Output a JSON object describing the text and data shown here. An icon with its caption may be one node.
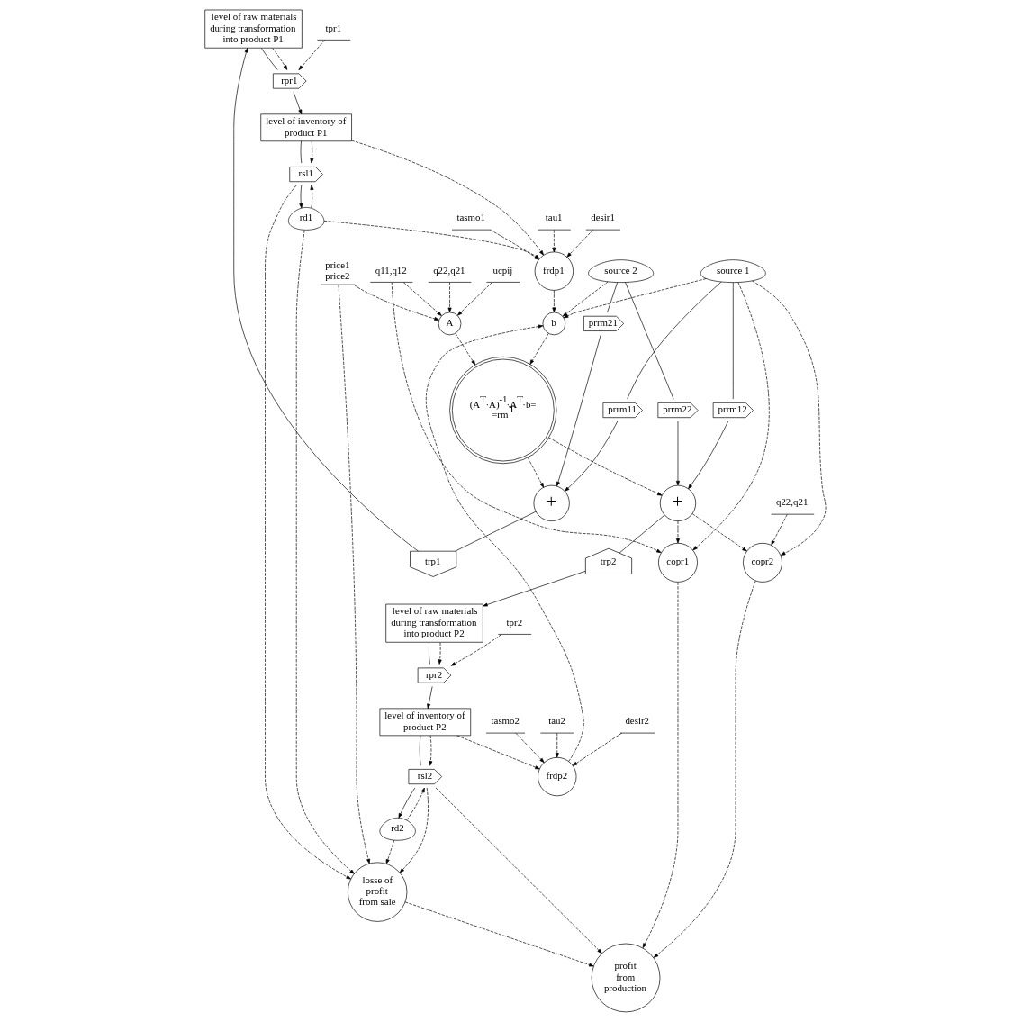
{
  "diagram": {
    "nodes": [
      {
        "text": [
          "level of raw materials during transformation into product P1"
        ]
      },
      {
        "text": [
          "level of inventory of product P1"
        ]
      },
      {
        "text": [
          "level of inventory of product P2"
        ]
      },
      {
        "text": [
          "level of raw materials during transformation into product P2"
        ]
      },
      {
        "text": [
          "rpr1"
        ]
      },
      {
        "text": [
          "rsl1"
        ]
      },
      {
        "text": [
          "rsl2"
        ]
      },
      {
        "text": [
          "rpr2"
        ]
      },
      {
        "text": [
          "rd1"
        ]
      },
      {
        "text": [
          "rd2"
        ]
      },
      {
        "text": [
          "trp1"
        ]
      },
      {
        "text": [
          "trp2"
        ]
      },
      {
        "text": [
          "prrm11"
        ]
      },
      {
        "text": [
          "prrm21"
        ]
      },
      {
        "text": [
          "prrm12"
        ]
      },
      {
        "text": [
          "prrm22"
        ]
      },
      {
        "text": [
          "+"
        ]
      },
      {
        "text": [
          "+"
        ]
      },
      {
        "text": [
          "source 1"
        ]
      },
      {
        "text": [
          "source 2"
        ]
      },
      {
        "text": [
          "A"
        ]
      },
      {
        "text": [
          "b"
        ]
      },
      {
        "text": [
          "frdp1"
        ]
      },
      {
        "text": [
          "frdp2"
        ]
      },
      {
        "text": [
          "copr1"
        ]
      },
      {
        "text": [
          "copr2"
        ]
      },
      {
        "text": [
          "(A$^{T}$·A)$^{-1}$·A$^{T}$·b= =rm$^{T}$"
        ]
      },
      {
        "text": [
          "profit from production"
        ]
      },
      {
        "text": [
          "losse of profit from sale"
        ]
      },
      {
        "text": [
          "q22,q21"
        ]
      },
      {
        "text": [
          "q11,q12"
        ]
      },
      {
        "text": [
          "ucpij"
        ]
      },
      {
        "text": [
          "tpr1"
        ]
      },
      {
        "text": [
          "desir1"
        ]
      },
      {
        "text": [
          "tasmo1"
        ]
      },
      {
        "text": [
          "tau1"
        ]
      },
      {
        "text": [
          "price1",
          "price2"
        ]
      },
      {
        "text": [
          "tau2"
        ]
      },
      {
        "text": [
          "desir2"
        ]
      },
      {
        "text": [
          "tpr2"
        ]
      },
      {
        "text": [
          "tasmo2"
        ]
      },
      {
        "text": [
          "q22,q21"
        ]
      }
    ],
    "edges": [
      {
        "from": 16,
        "to": 10,
        "arrow": "none"
      },
      {
        "from": 10,
        "to": 0,
        "arrow": "to"
      },
      {
        "from": 0,
        "to": 4,
        "arrow": "none"
      },
      {
        "from": 4,
        "to": 1,
        "arrow": "to"
      },
      {
        "from": 1,
        "to": 5,
        "arrow": "none"
      },
      {
        "from": 5,
        "to": 8,
        "arrow": "to"
      },
      {
        "from": 3,
        "to": 7,
        "arrow": "none"
      },
      {
        "from": 7,
        "to": 2,
        "arrow": "to"
      },
      {
        "from": 2,
        "to": 6,
        "arrow": "none"
      },
      {
        "from": 6,
        "to": 9,
        "arrow": "to"
      },
      {
        "from": 17,
        "to": 11,
        "arrow": "none"
      },
      {
        "from": 11,
        "to": 3,
        "arrow": "to"
      },
      {
        "from": 18,
        "to": 12,
        "arrow": "none"
      },
      {
        "from": 12,
        "to": 16,
        "arrow": "to"
      },
      {
        "from": 19,
        "to": 13,
        "arrow": "none"
      },
      {
        "from": 13,
        "to": 16,
        "arrow": "to"
      },
      {
        "from": 18,
        "to": 14,
        "arrow": "none"
      },
      {
        "from": 14,
        "to": 17,
        "arrow": "to"
      },
      {
        "from": 19,
        "to": 15,
        "arrow": "none"
      },
      {
        "from": 15,
        "to": 17,
        "arrow": "to"
      },
      {
        "from": 0,
        "to": 4,
        "arrow": "to",
        "style": "dashed"
      },
      {
        "from": 32,
        "to": 4,
        "arrow": "to",
        "style": "dashed"
      },
      {
        "from": 1,
        "to": 5,
        "arrow": "to",
        "style": "dashed"
      },
      {
        "from": 8,
        "to": 5,
        "arrow": "to",
        "style": "dashed"
      },
      {
        "from": 1,
        "to": 22,
        "arrow": "to",
        "style": "dashed"
      },
      {
        "from": 33,
        "to": 22,
        "arrow": "to",
        "style": "dashed"
      },
      {
        "from": 34,
        "to": 22,
        "arrow": "to",
        "style": "dashed"
      },
      {
        "from": 35,
        "to": 22,
        "arrow": "to",
        "style": "dashed"
      },
      {
        "from": 8,
        "to": 22,
        "arrow": "to",
        "style": "dashed"
      },
      {
        "from": 29,
        "to": 20,
        "arrow": "to",
        "style": "dashed"
      },
      {
        "from": 31,
        "to": 20,
        "arrow": "to",
        "style": "dashed"
      },
      {
        "from": 36,
        "to": 20,
        "arrow": "to",
        "style": "dashed"
      },
      {
        "from": 30,
        "to": 20,
        "arrow": "to",
        "style": "dashed"
      },
      {
        "from": 30,
        "to": 24,
        "arrow": "to",
        "style": "dashed"
      },
      {
        "from": 20,
        "to": 26,
        "arrow": "to",
        "style": "dashed"
      },
      {
        "from": 22,
        "to": 21,
        "arrow": "to",
        "style": "dashed"
      },
      {
        "from": 23,
        "to": 21,
        "arrow": "to",
        "style": "dashed"
      },
      {
        "from": 21,
        "to": 26,
        "arrow": "to",
        "style": "dashed"
      },
      {
        "from": 26,
        "to": 16,
        "arrow": "to",
        "style": "dashed"
      },
      {
        "from": 18,
        "to": 21,
        "arrow": "to",
        "style": "dashed"
      },
      {
        "from": 18,
        "to": 24,
        "arrow": "to",
        "style": "dashed"
      },
      {
        "from": 24,
        "to": 27,
        "arrow": "to",
        "style": "dashed"
      },
      {
        "from": 36,
        "to": 28,
        "arrow": "to",
        "style": "dashed"
      },
      {
        "from": 5,
        "to": 28,
        "arrow": "to",
        "style": "dashed"
      },
      {
        "from": 8,
        "to": 28,
        "arrow": "to",
        "style": "dashed"
      },
      {
        "from": 19,
        "to": 21,
        "arrow": "to",
        "style": "dashed"
      },
      {
        "from": 28,
        "to": 27,
        "arrow": "to",
        "style": "dashed"
      },
      {
        "from": 6,
        "to": 28,
        "arrow": "to",
        "style": "dashed"
      },
      {
        "from": 9,
        "to": 28,
        "arrow": "to",
        "style": "dashed"
      },
      {
        "from": 6,
        "to": 27,
        "arrow": "to",
        "style": "dashed"
      },
      {
        "from": 9,
        "to": 6,
        "arrow": "to",
        "style": "dashed"
      },
      {
        "from": 2,
        "to": 6,
        "arrow": "to",
        "style": "dashed"
      },
      {
        "from": 2,
        "to": 23,
        "arrow": "to",
        "style": "dashed"
      },
      {
        "from": 37,
        "to": 23,
        "arrow": "to",
        "style": "dashed"
      },
      {
        "from": 38,
        "to": 23,
        "arrow": "to",
        "style": "dashed"
      },
      {
        "from": 40,
        "to": 23,
        "arrow": "to",
        "style": "dashed"
      },
      {
        "from": 3,
        "to": 7,
        "arrow": "to",
        "style": "dashed"
      },
      {
        "from": 39,
        "to": 7,
        "arrow": "to",
        "style": "dashed"
      },
      {
        "from": 41,
        "to": 25,
        "arrow": "to",
        "style": "dashed"
      },
      {
        "from": 26,
        "to": 17,
        "arrow": "to",
        "style": "dashed"
      },
      {
        "from": 17,
        "to": 25,
        "arrow": "to",
        "style": "dashed"
      },
      {
        "from": 17,
        "to": 24,
        "arrow": "to",
        "style": "dashed"
      },
      {
        "from": 25,
        "to": 27,
        "arrow": "to",
        "style": "dashed"
      },
      {
        "from": 18,
        "to": 25,
        "arrow": "to",
        "style": "dashed"
      }
    ]
  }
}
